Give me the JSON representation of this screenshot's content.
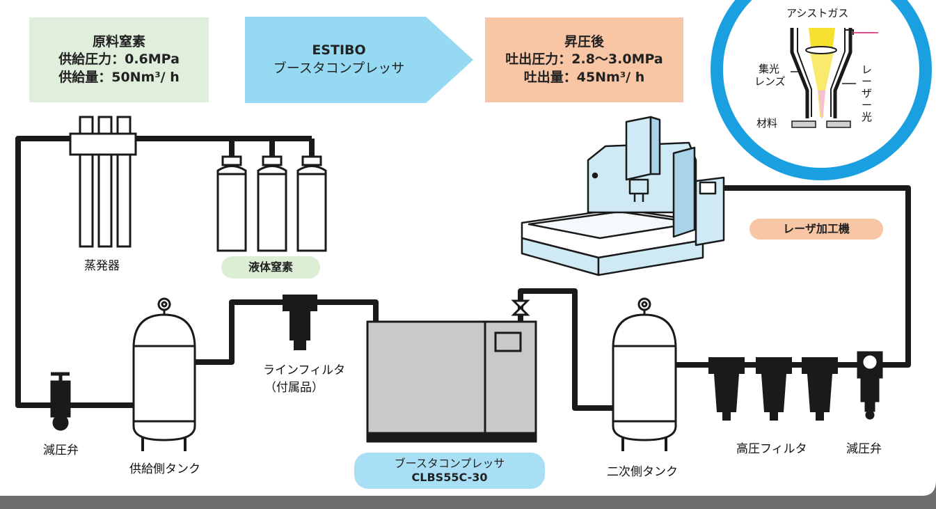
{
  "top_boxes": {
    "raw_nitrogen": {
      "line1": "原料窒素",
      "line2": "供給圧力：0.6MPa",
      "line3": "供給量：50Nm³/ h",
      "color": "#e0eedc"
    },
    "booster": {
      "line1": "ESTIBO",
      "line2": "ブースタコンプレッサ",
      "color": "#95d9f2"
    },
    "after_boost": {
      "line1": "昇圧後",
      "line2": "吐出圧力：2.8〜3.0MPa",
      "line3": "吐出量：45Nm³/ h",
      "color": "#f8c6a4"
    }
  },
  "inset": {
    "assist_gas": "アシストガス",
    "lens_line1": "集光",
    "lens_line2": "レンズ",
    "laser_light": "レーザー光",
    "material": "材料",
    "ring_color": "#1aa0e0"
  },
  "components": {
    "evaporator": "蒸発器",
    "liquid_nitrogen": "液体窒素",
    "laser_machine": "レーザ加工機",
    "line_filter_1": "ラインフィルタ",
    "line_filter_2": "（付属品）",
    "pressure_valve_left": "減圧弁",
    "supply_tank": "供給側タンク",
    "compressor_1": "ブースタコンプレッサ",
    "compressor_2": "CLBS55C-30",
    "secondary_tank": "二次側タンク",
    "high_pressure_filter": "高圧フィルタ",
    "pressure_valve_right": "減圧弁"
  },
  "colors": {
    "pipe": "#1a1a1a",
    "liquid_pill": "#dcefd6",
    "laser_pill": "#f8c6a4",
    "compressor_pill": "#a9dff5",
    "compressor_body": "#c8c9cb",
    "machine": "#cfeaf5"
  }
}
